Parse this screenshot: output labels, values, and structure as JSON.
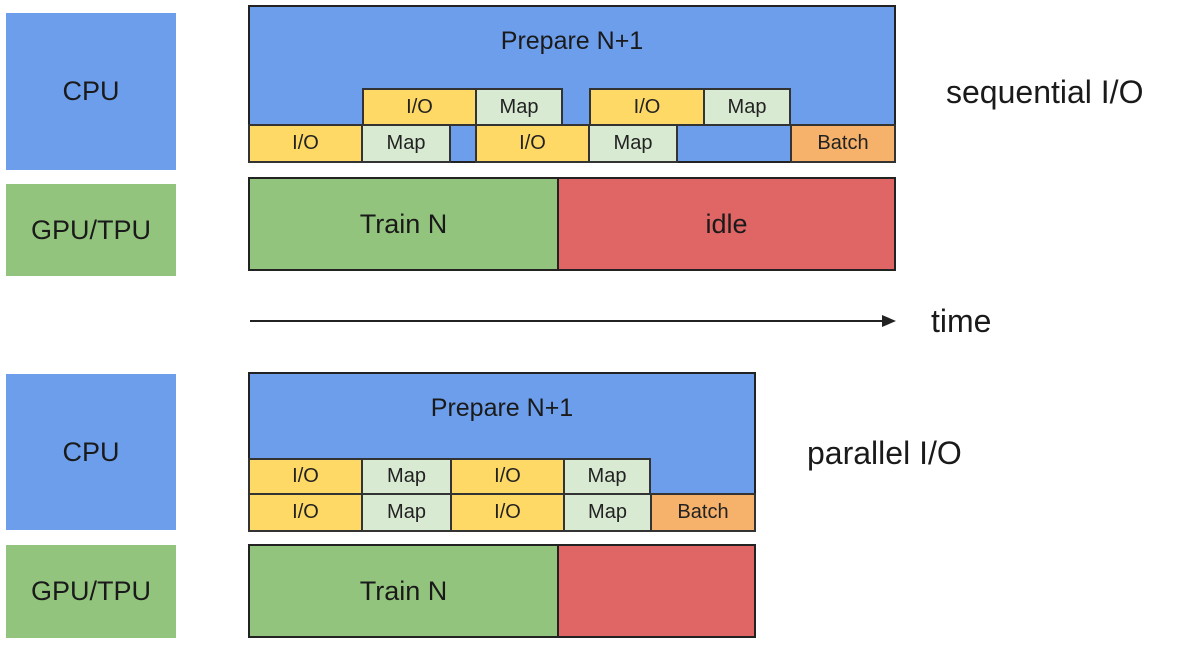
{
  "labels": {
    "cpu": "CPU",
    "gpu": "GPU/TPU"
  },
  "blocks": {
    "prepare": "Prepare N+1",
    "io": "I/O",
    "map": "Map",
    "batch": "Batch",
    "train": "Train N",
    "idle": "idle"
  },
  "captions": {
    "sequential": "sequential I/O",
    "parallel": "parallel I/O",
    "time": "time"
  },
  "colors": {
    "cpu": "#6d9eeb",
    "gpu": "#93c47d",
    "io": "#ffd966",
    "map": "#d9ead3",
    "batch": "#f6b26b",
    "idle": "#e06666"
  }
}
